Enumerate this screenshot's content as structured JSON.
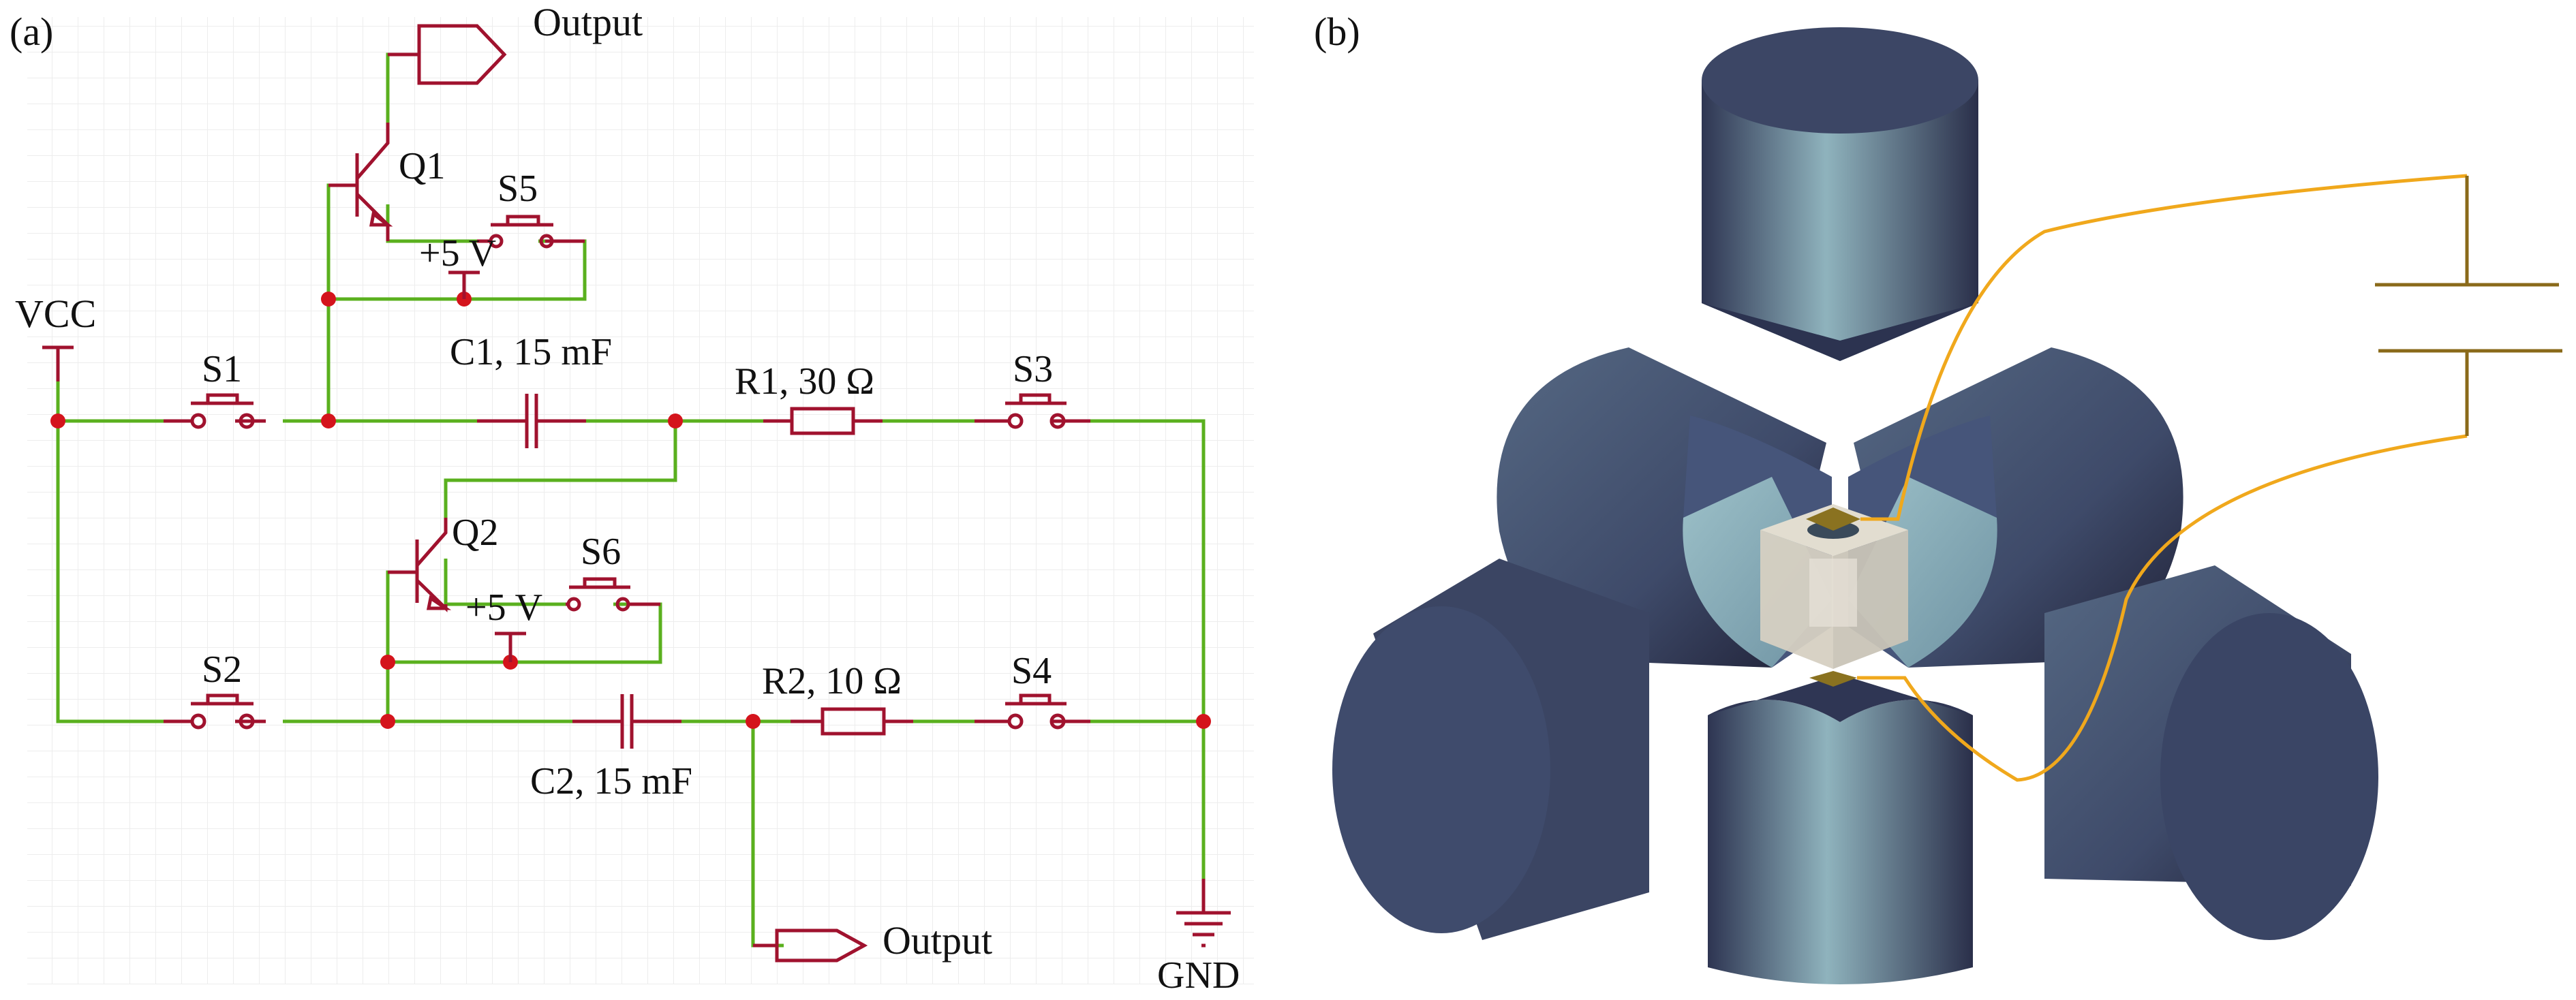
{
  "panels": {
    "a": {
      "label": "(a)",
      "type": "circuit-schematic",
      "supply": {
        "vcc_label": "VCC",
        "gnd_label": "GND",
        "bias_label": "+5 V"
      },
      "outputs": [
        "Output",
        "Output"
      ],
      "switches": [
        "S1",
        "S2",
        "S3",
        "S4",
        "S5",
        "S6"
      ],
      "transistors": [
        "Q1",
        "Q2"
      ],
      "capacitors": [
        {
          "name": "C1",
          "label": "C1, 15 mF"
        },
        {
          "name": "C2",
          "label": "C2, 15 mF"
        }
      ],
      "resistors": [
        {
          "name": "R1",
          "label": "R1, 30 Ω"
        },
        {
          "name": "R2",
          "label": "R2, 10 Ω"
        }
      ],
      "colors": {
        "wire": "#5ab01e",
        "component": "#a0122e",
        "junction": "#d4141c",
        "grid": "#ececec"
      }
    },
    "b": {
      "label": "(b)",
      "type": "3d-render",
      "description": "Six-anvil press with cubic sample assembly connected to a capacitor",
      "colors": {
        "anvil_dark": "#3d4766",
        "anvil_light": "#8fb3bd",
        "wire": "#f0a81c",
        "electrode": "#8a7220",
        "cube": "#d9d4c8",
        "capacitor_line": "#8a6a1a"
      }
    }
  }
}
